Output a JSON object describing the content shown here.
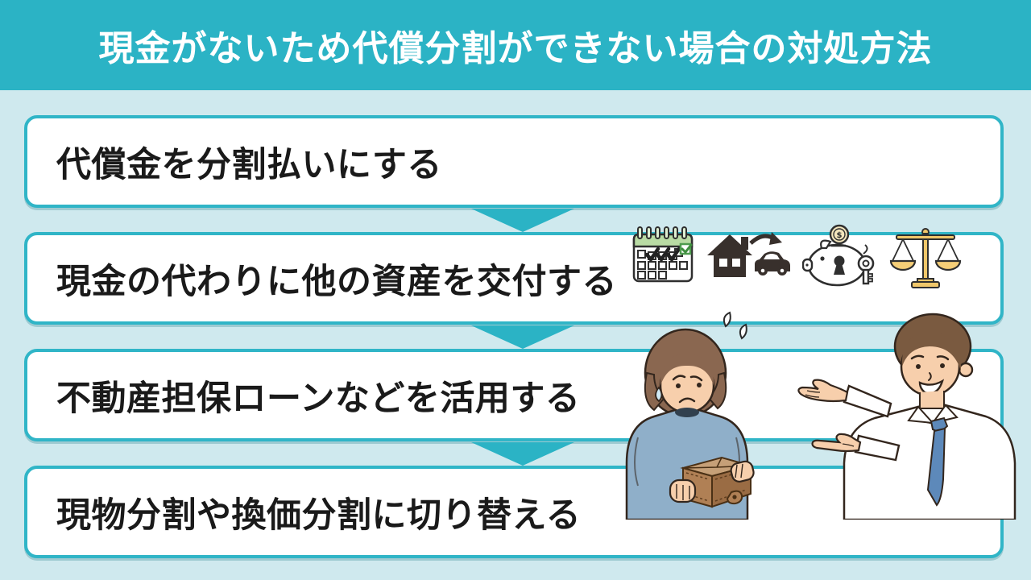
{
  "header": {
    "title": "現金がないため代償分割ができない場合の対処方法"
  },
  "steps": [
    {
      "label": "代償金を分割払いにする"
    },
    {
      "label": "現金の代わりに他の資産を交付する"
    },
    {
      "label": "不動産担保ローンなどを活用する"
    },
    {
      "label": "現物分割や換価分割に切り替える"
    }
  ],
  "icons": {
    "items": [
      "calendar-icon",
      "house-car-exchange-icon",
      "piggy-bank-key-icon",
      "balance-scale-icon"
    ],
    "coin_symbol": "$"
  },
  "illustration": {
    "figures": [
      "worried-woman-with-empty-wallet",
      "advisor-man-pointing"
    ]
  },
  "colors": {
    "header_teal": "#2BB3C5",
    "background_light_blue": "#CFE9EE",
    "box_border_teal": "#30B5C7",
    "box_fill": "#FFFFFF",
    "text_black": "#1A1A1A",
    "arrow_teal": "#2BB3C5",
    "icon_dark": "#38302C",
    "scale_gold": "#F0C76A",
    "sweater_blue": "#8FAFC9",
    "tie_blue": "#5D89BA",
    "wallet_brown": "#B08055"
  }
}
